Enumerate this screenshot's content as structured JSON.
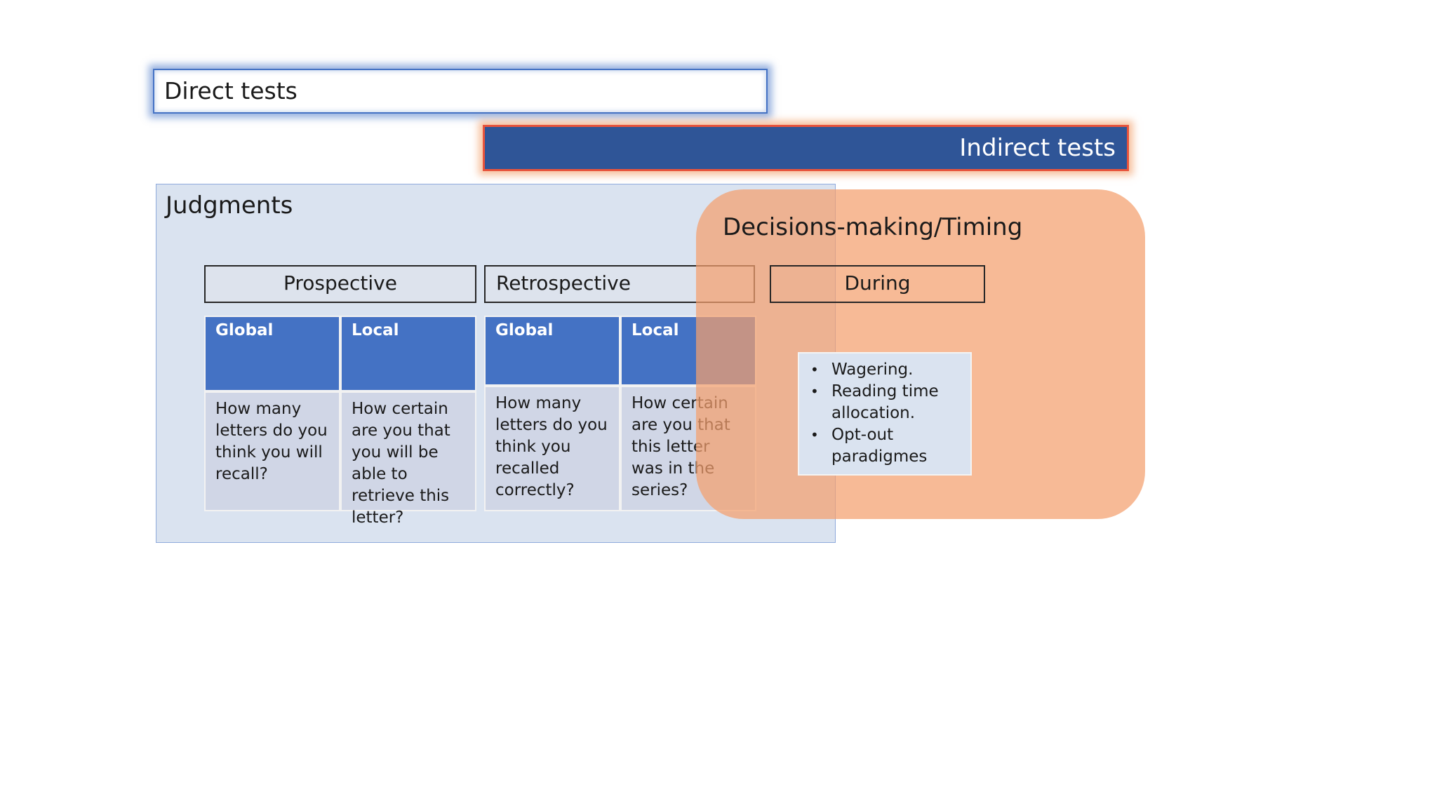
{
  "direct_tests": "Direct tests",
  "indirect_tests": "Indirect tests",
  "judgments": {
    "title": "Judgments",
    "prospective": {
      "label": "Prospective",
      "global_head": "Global",
      "local_head": "Local",
      "global_text": "How many letters do you think you will recall?",
      "local_text": "How certain are you that you will be able to retrieve this letter?"
    },
    "retrospective": {
      "label": "Retrospective",
      "global_head": "Global",
      "local_head": "Local",
      "global_text": "How many letters do you think you recalled correctly?",
      "local_text": "How certain are you that this letter was in the series?"
    }
  },
  "decisions": {
    "title": "Decisions-making/Timing",
    "during_label": "During",
    "bullets": [
      "Wagering.",
      "Reading time allocation.",
      "Opt-out paradigmes"
    ]
  },
  "colors": {
    "direct_border": "#4472c4",
    "indirect_fill": "#2f5597",
    "indirect_border": "#e8543c",
    "judgments_fill": "#dae3f0",
    "decisions_fill": "#f4a06e",
    "cell_head": "#4472c4",
    "cell_body": "#d0d6e6"
  }
}
